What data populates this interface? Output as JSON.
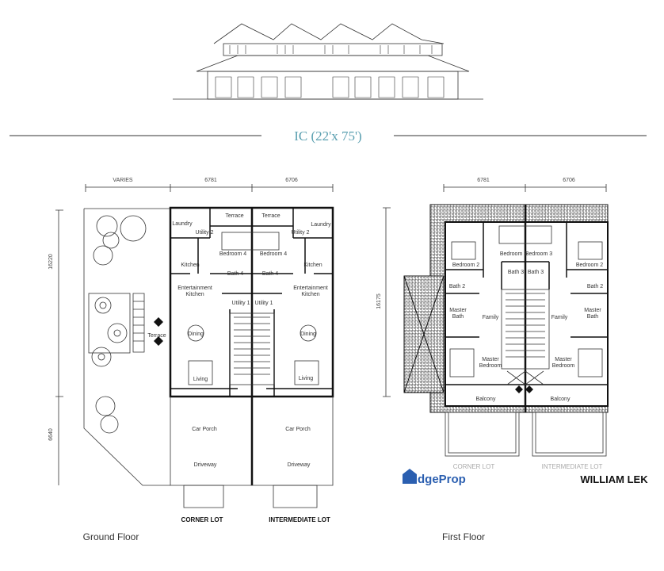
{
  "title": {
    "text": "IC (22'x 75')",
    "color": "#5a9fb0"
  },
  "ground_floor": {
    "caption": "Ground Floor",
    "dimensions": {
      "top": [
        "VARIES",
        "6781",
        "6706"
      ],
      "side": [
        "16220",
        "6640"
      ]
    },
    "rooms": {
      "laundry_l": "Laundry",
      "utility2_l": "Utility 2",
      "terrace_l": "Terrace",
      "terrace_r": "Terrace",
      "laundry_r": "Laundry",
      "utility2_r": "Utility 2",
      "bedroom4_l": "Bedroom 4",
      "bedroom4_r": "Bedroom 4",
      "kitchen_l": "Kitchen",
      "kitchen_r": "Kitchen",
      "bath4_l": "Bath 4",
      "bath4_r": "Bath 4",
      "ent_l1": "Entertainment",
      "ent_l2": "Kitchen",
      "ent_r1": "Entertainment",
      "ent_r2": "Kitchen",
      "utility1_l": "Utility 1",
      "utility1_r": "Utility 1",
      "dining_l": "Dining",
      "dining_r": "Dining",
      "terrace_side": "Terrace",
      "living_l": "Living",
      "living_r": "Living",
      "carporch_l": "Car Porch",
      "carporch_r": "Car Porch",
      "driveway_l": "Driveway",
      "driveway_r": "Driveway"
    },
    "lots": [
      "CORNER LOT",
      "INTERMEDIATE LOT"
    ]
  },
  "first_floor": {
    "caption": "First Floor",
    "dimensions": {
      "top": [
        "6781",
        "6706"
      ],
      "side": [
        "16175"
      ]
    },
    "rooms": {
      "bedroom2_l": "Bedroom 2",
      "bedroom3_l": "Bedroom 3",
      "bedroom3_r": "Bedroom 3",
      "bedroom2_r": "Bedroom 2",
      "bath2_l": "Bath 2",
      "bath3_l": "Bath 3",
      "bath3_r": "Bath 3",
      "bath2_r": "Bath 2",
      "mbath_l1": "Master",
      "mbath_l2": "Bath",
      "mbath_r1": "Master",
      "mbath_r2": "Bath",
      "family_l": "Family",
      "family_r": "Family",
      "mbed_l1": "Master",
      "mbed_l2": "Bedroom",
      "mbed_r1": "Master",
      "mbed_r2": "Bedroom",
      "balcony_l": "Balcony",
      "balcony_r": "Balcony"
    },
    "lots": [
      "CORNER LOT",
      "INTERMEDIATE LOT"
    ]
  },
  "watermark": {
    "logo": "EdgeProp",
    "logo_color": "#2b5fb0",
    "agent": "WILLIAM LEK"
  }
}
